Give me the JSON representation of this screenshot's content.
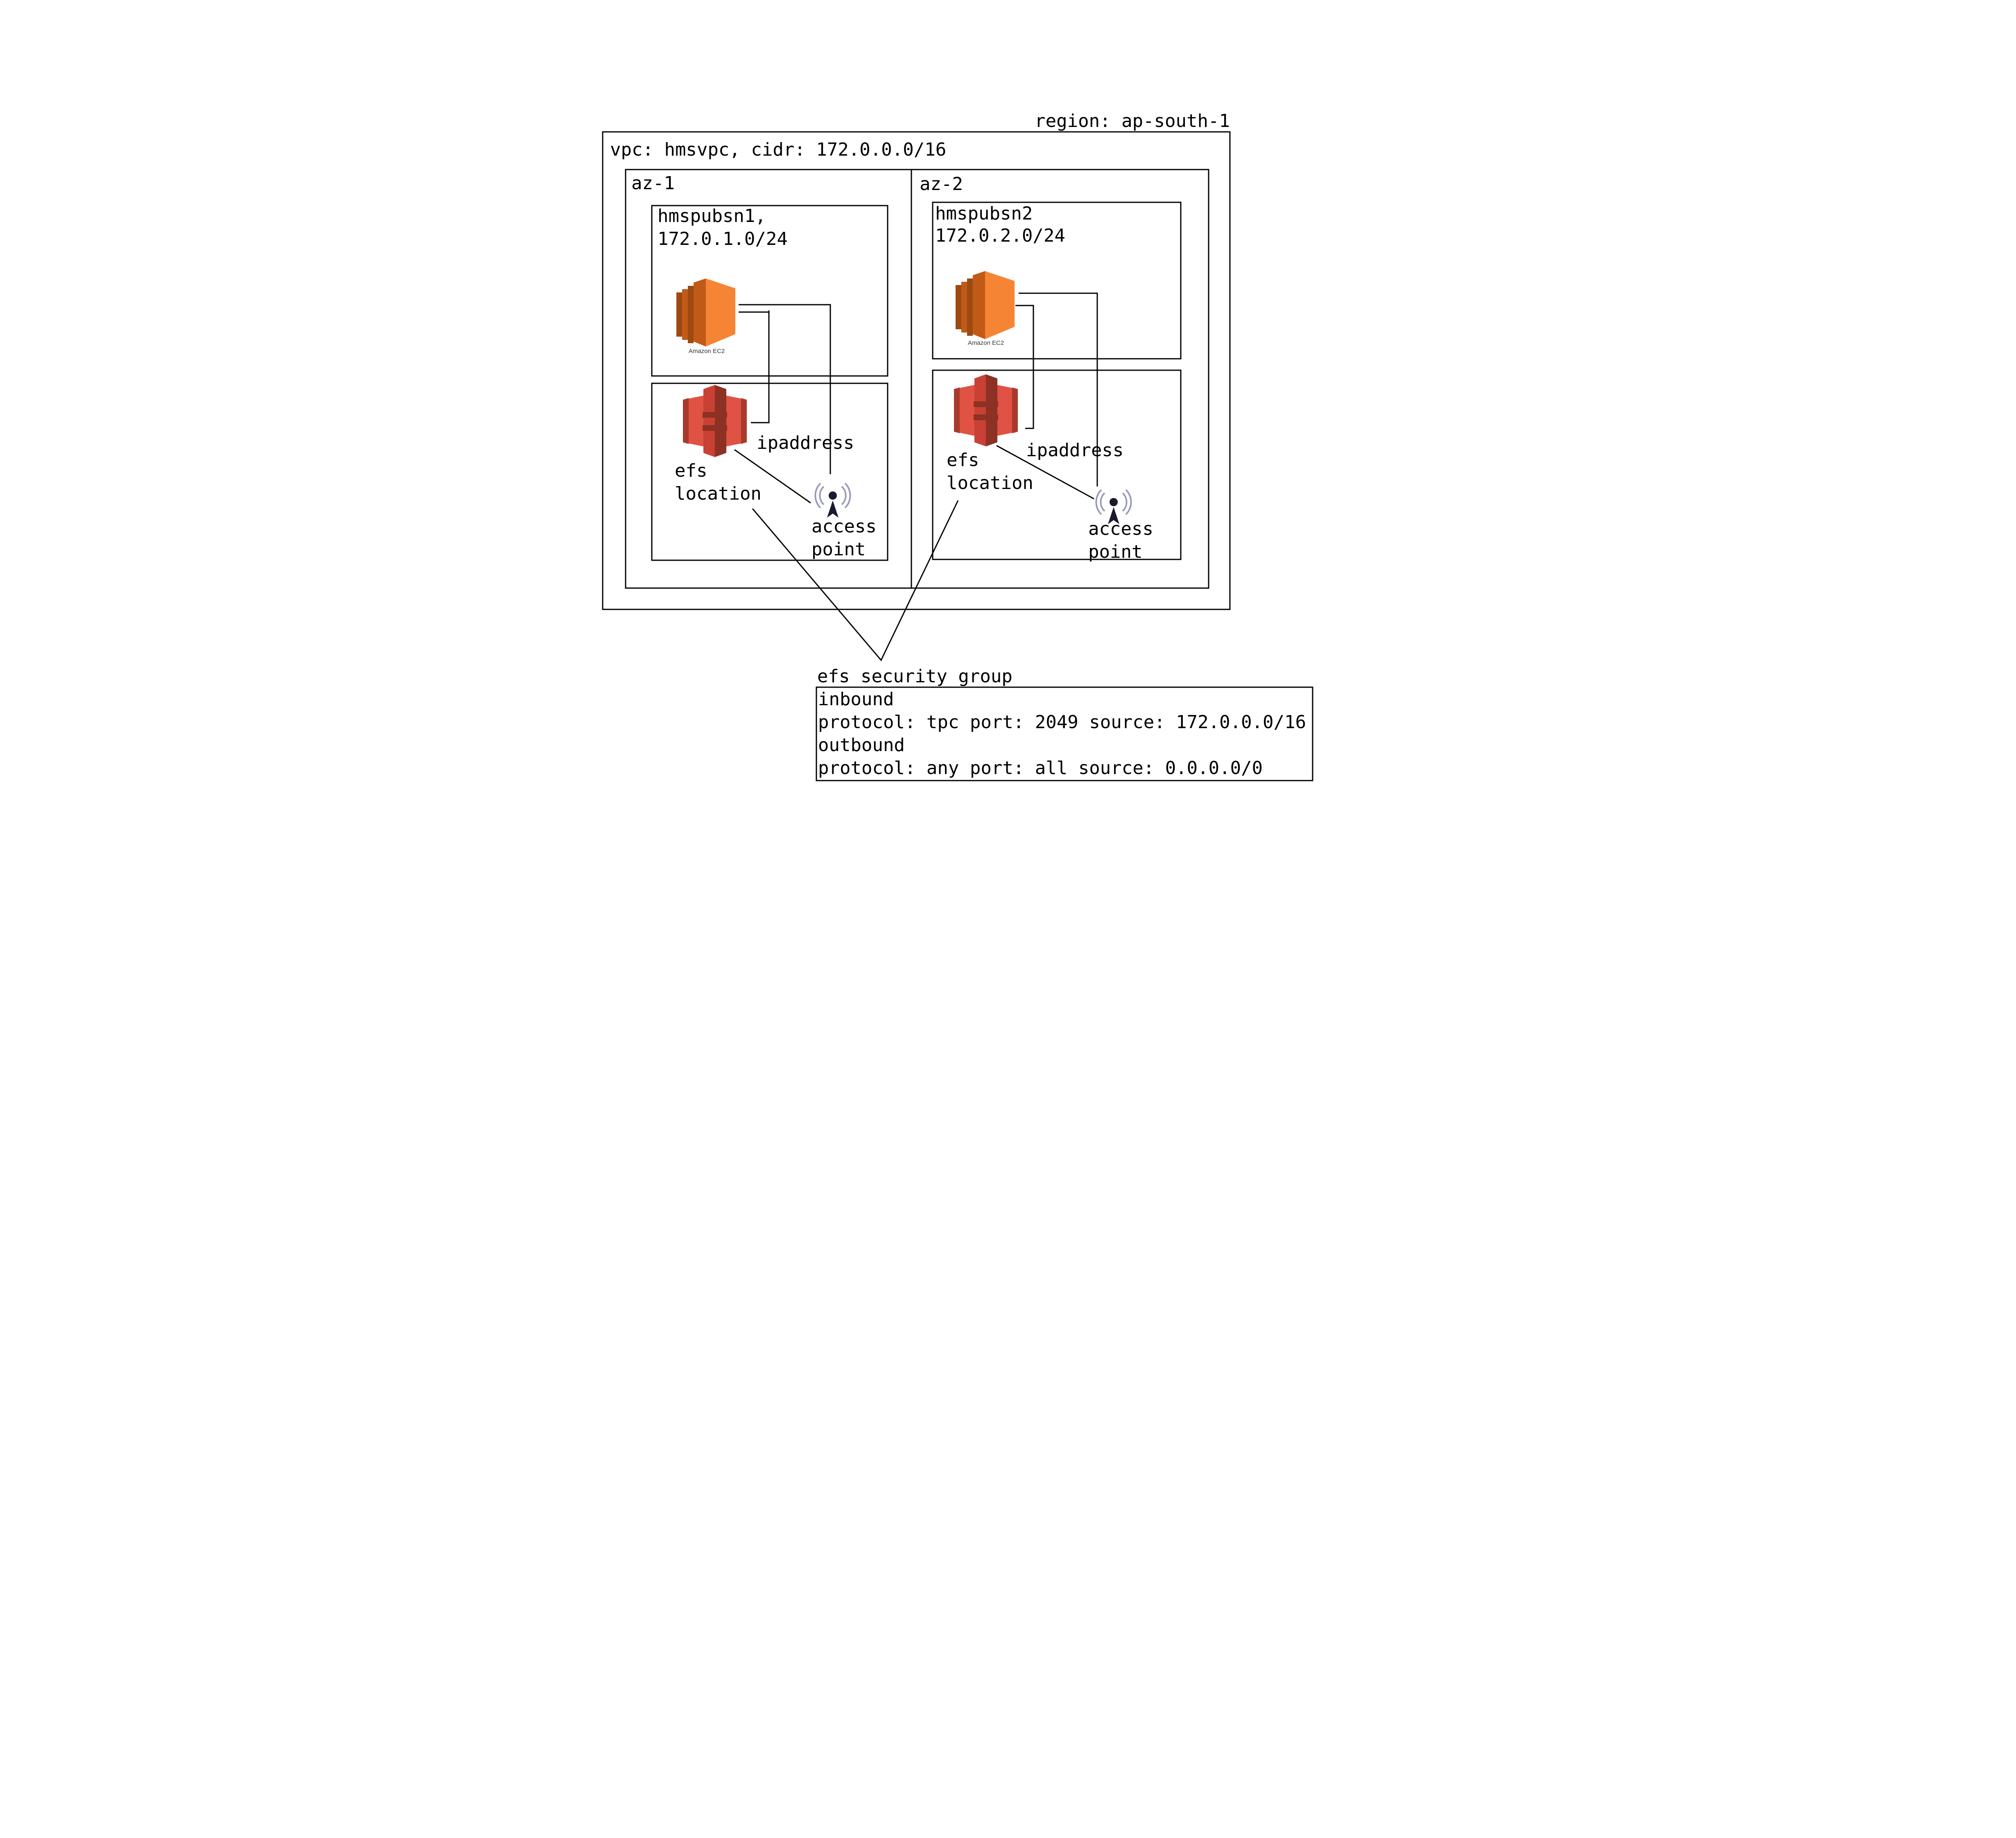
{
  "region": {
    "label": "region: ap-south-1"
  },
  "vpc": {
    "label": "vpc: hmsvpc, cidr: 172.0.0.0/16"
  },
  "zones": [
    {
      "label": "az-1",
      "subnet": {
        "name": "hmspubsn1,",
        "cidr": "172.0.1.0/24"
      },
      "ec2": {
        "icon": "amazon-ec2-icon",
        "caption": "Amazon EC2"
      },
      "efs": {
        "icon": "amazon-efs-icon"
      },
      "ipaddress_label": "ipaddress",
      "efs_location_label": [
        "efs",
        "location"
      ],
      "access_point": {
        "icon": "access-point-icon",
        "label": [
          "access",
          "point"
        ]
      }
    },
    {
      "label": "az-2",
      "subnet": {
        "name": "hmspubsn2",
        "cidr": "172.0.2.0/24"
      },
      "ec2": {
        "icon": "amazon-ec2-icon",
        "caption": "Amazon EC2"
      },
      "efs": {
        "icon": "amazon-efs-icon"
      },
      "ipaddress_label": "ipaddress",
      "efs_location_label": [
        "efs",
        "location"
      ],
      "access_point": {
        "icon": "access-point-icon",
        "label": [
          "access",
          "point"
        ]
      }
    }
  ],
  "security_group": {
    "title": "efs security group",
    "lines": [
      "inbound",
      "protocol: tpc  port: 2049 source: 172.0.0.0/16",
      "outbound",
      "protocol: any  port: all  source: 0.0.0.0/0"
    ]
  },
  "colors": {
    "ec2_light": "#f58535",
    "ec2_dark": "#9d4a12",
    "efs_light": "#e05243",
    "efs_dark": "#8c3123",
    "access_point": "#1a1a2e",
    "access_point_waves": "#9a9ab8"
  }
}
